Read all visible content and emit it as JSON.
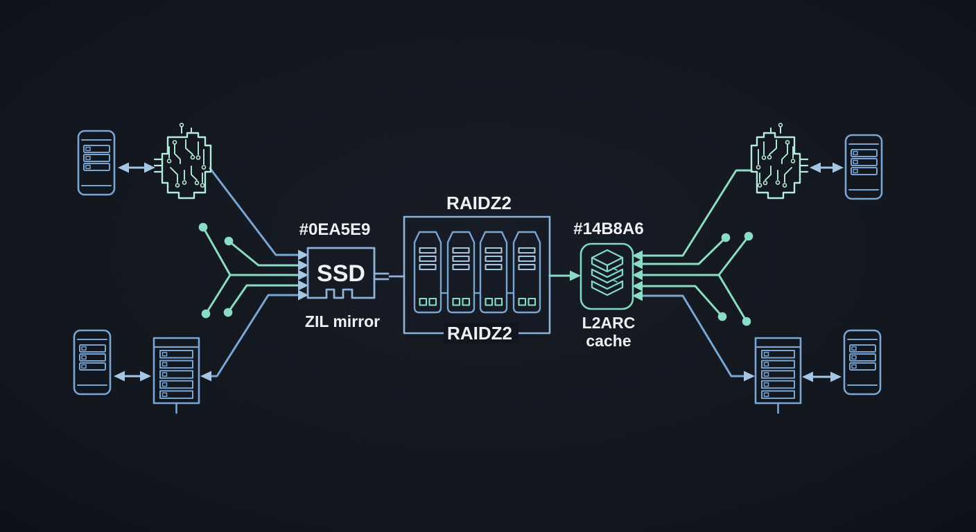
{
  "diagram": {
    "background": "#12161e",
    "palette": {
      "blue": "#7aa6d4",
      "light_blue": "#a6c7e4",
      "steel": "#8fb3d8",
      "teal": "#8adcc9",
      "mint": "#b5ecdd",
      "teal_box": "#7fd9c6",
      "text": "#eef2f6"
    },
    "zil": {
      "color_label": "#0EA5E9",
      "chip_label": "SSD",
      "caption": "ZIL mirror",
      "incoming_arrow_count": 5
    },
    "raid": {
      "label_top": "RAIDZ2",
      "label_bottom": "RAIDZ2",
      "drive_count": 4
    },
    "l2arc": {
      "color_label": "#14B8A6",
      "caption_line1": "L2ARC",
      "caption_line2": "cache",
      "incoming_arrow_count": 5
    },
    "icons": {
      "server_small": "server-tower-icon",
      "server_large": "server-rack-icon",
      "circuit": "circuit-board-icon",
      "drive": "drive-tower-icon",
      "stack": "storage-stack-icon",
      "link": "bidirectional-arrow"
    },
    "clusters": {
      "top_left": [
        "server-tower-icon",
        "circuit-board-icon"
      ],
      "bottom_left": [
        "server-tower-icon",
        "server-rack-icon"
      ],
      "top_right": [
        "circuit-board-icon",
        "server-tower-icon"
      ],
      "bottom_right": [
        "server-rack-icon",
        "server-tower-icon"
      ]
    }
  }
}
